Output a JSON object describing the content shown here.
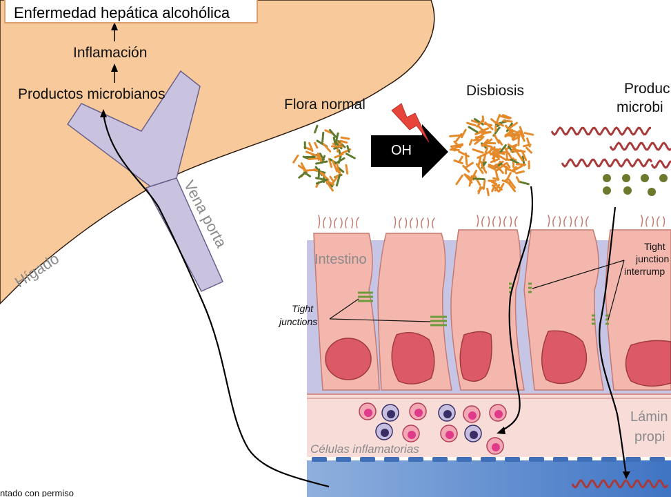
{
  "labels": {
    "title": "Enfermedad hepática alcohólica",
    "inflamacion": "Inflamación",
    "productos_microbianos_top": "Productos microbianos",
    "higado": "Hígado",
    "vena_porta": "Vena porta",
    "flora_normal": "Flora normal",
    "oh": "OH",
    "disbiosis": "Disbiosis",
    "productos_right_line1": "Produc",
    "productos_right_line2": "microbi",
    "intestino": "Intestino",
    "tight_junctions_line1": "Tight",
    "tight_junctions_line2": "junctions",
    "tight_interrupted_line1": "Tight",
    "tight_interrupted_line2": "junction",
    "tight_interrupted_line3": "interrump",
    "lamina_line1": "Lámin",
    "lamina_line2": "propi",
    "celulas_inflamatorias": "Células inflamatorias",
    "footnote": "ntado con permiso"
  },
  "colors": {
    "liver": "#f7c99b",
    "liver_border": "#2a1a10",
    "vein": "#c9c3df",
    "vein_border": "#6a5f8a",
    "cell": "#f3b7ae",
    "cell_border": "#c47a70",
    "nucleus": "#dc5a67",
    "nucleus_border": "#a03a40",
    "interstitial": "#c6c5e6",
    "lamina": "#f7dcd8",
    "blood": "#6a8fc8",
    "bacteria_orange": "#e58a2a",
    "bacteria_green": "#5d7a2e",
    "spiral": "#a83a3a",
    "dot": "#6b7a2c",
    "junction": "#6c9a3c",
    "lightning": "#e8453a"
  }
}
